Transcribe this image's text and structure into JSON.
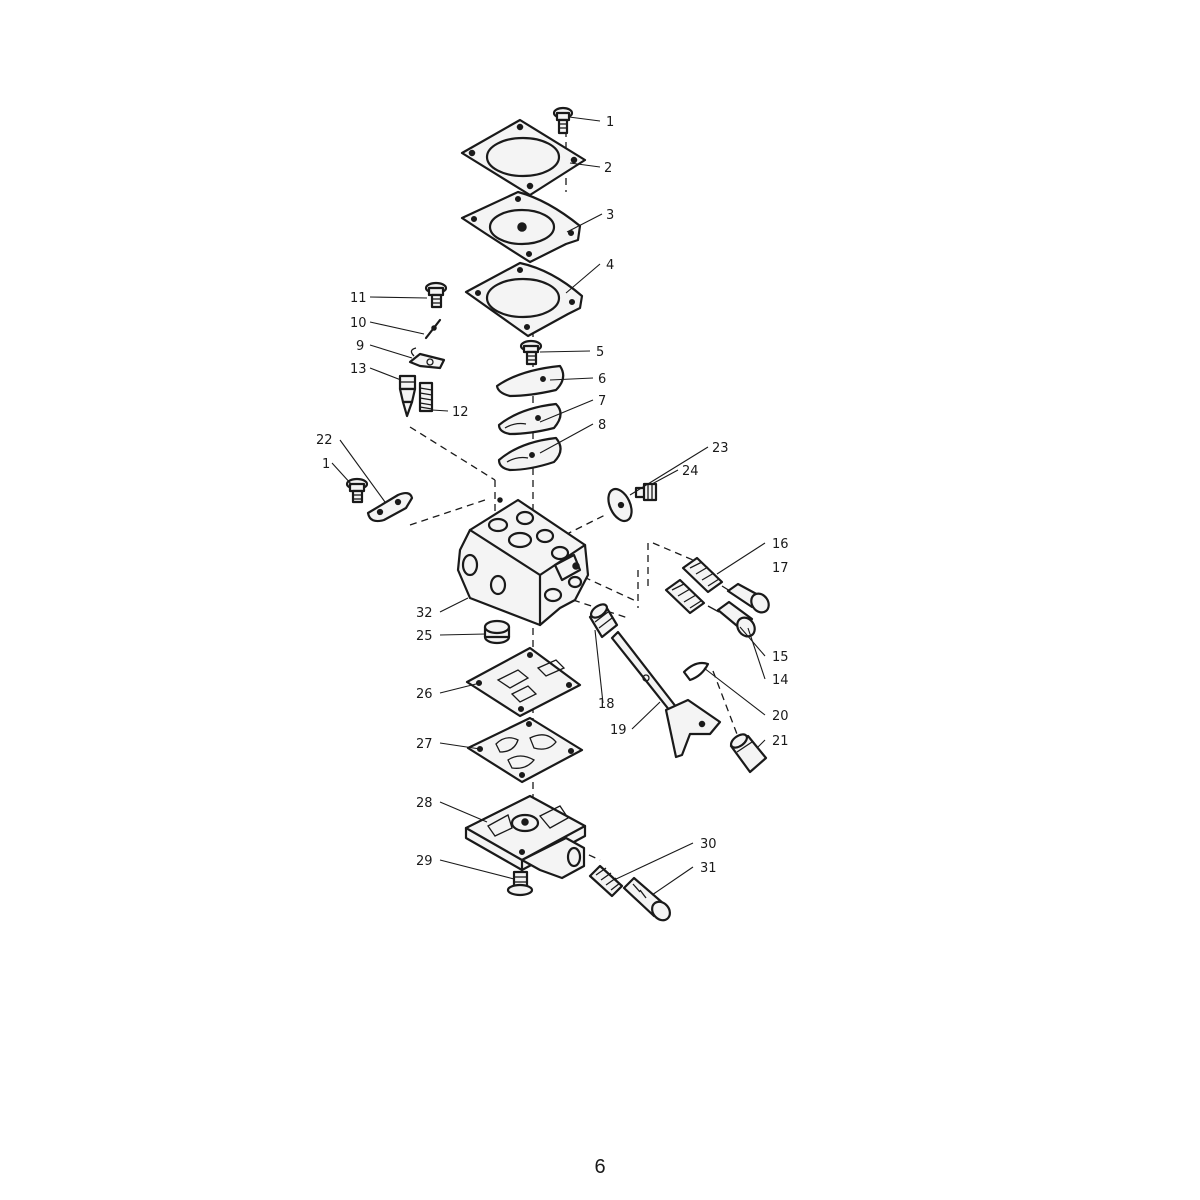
{
  "callouts": [
    "1",
    "2",
    "3",
    "4",
    "5",
    "6",
    "7",
    "8",
    "11",
    "10",
    "9",
    "13",
    "12",
    "22",
    "1",
    "23",
    "24",
    "16",
    "17",
    "32",
    "25",
    "15",
    "14",
    "18",
    "26",
    "20",
    "19",
    "21",
    "27",
    "28",
    "30",
    "31",
    "29"
  ],
  "page_number": "6"
}
